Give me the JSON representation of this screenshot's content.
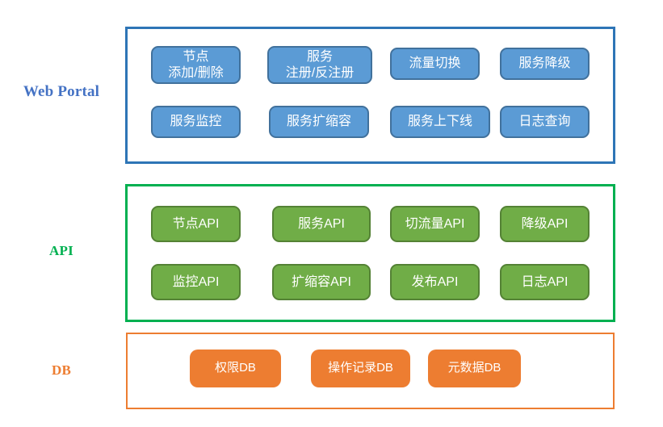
{
  "diagram": {
    "colors": {
      "portal_label": "#4472C4",
      "portal_box_border": "#2E75B6",
      "portal_button_fill": "#5B9BD5",
      "portal_button_border": "#41719C",
      "api_label": "#00B050",
      "api_box_border": "#00B050",
      "api_button_fill": "#70AD47",
      "api_button_border": "#548235",
      "db_label": "#ED7D31",
      "db_box_border": "#ED7D31",
      "db_button_fill": "#ED7D31"
    },
    "layers": [
      {
        "label": "Web Portal",
        "buttons": [
          "节点\n添加/删除",
          "服务\n注册/反注册",
          "流量切换",
          "服务降级",
          "服务监控",
          "服务扩缩容",
          "服务上下线",
          "日志查询"
        ]
      },
      {
        "label": "API",
        "buttons": [
          "节点API",
          "服务API",
          "切流量API",
          "降级API",
          "监控API",
          "扩缩容API",
          "发布API",
          "日志API"
        ]
      },
      {
        "label": "DB",
        "buttons": [
          "权限DB",
          "操作记录DB",
          "元数据DB"
        ]
      }
    ]
  }
}
